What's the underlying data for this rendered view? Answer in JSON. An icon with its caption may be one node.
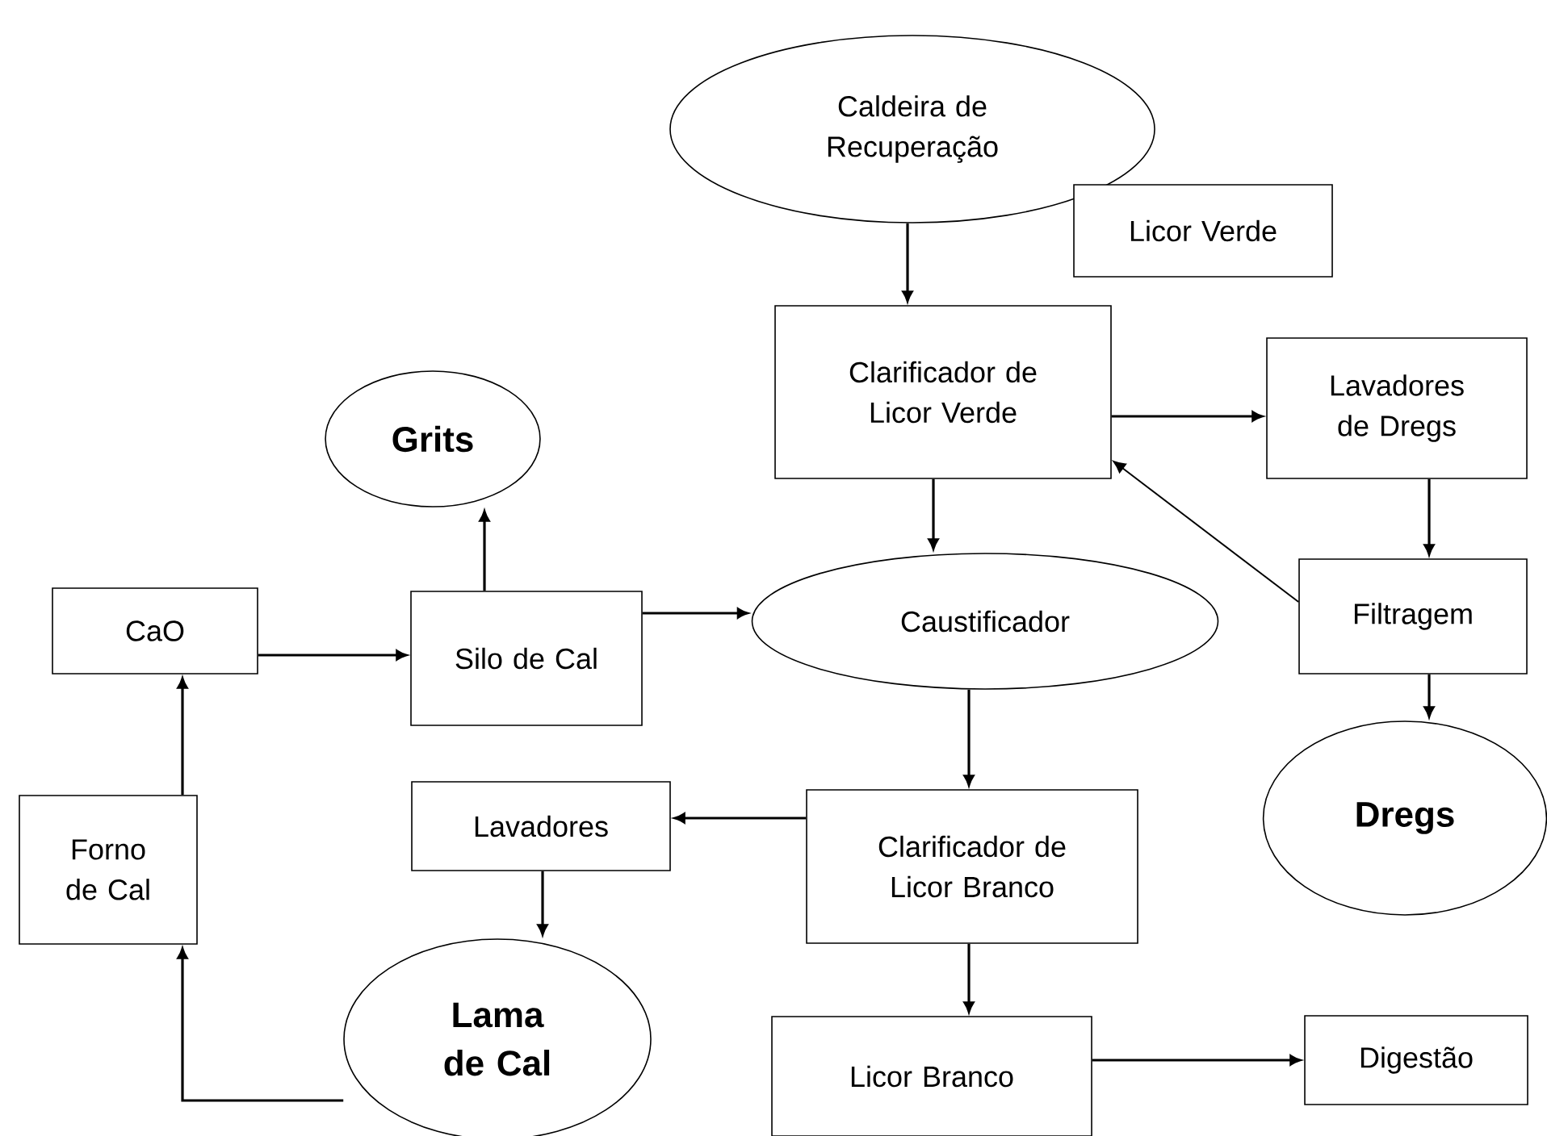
{
  "diagram": {
    "nodes": [
      {
        "text": [
          "Caldeira de Recuperação"
        ]
      },
      {
        "text": [
          "Licor Verde"
        ]
      },
      {
        "text": [
          "Clarificador de Licor Verde"
        ]
      },
      {
        "text": [
          "Lavadores de Dregs"
        ]
      },
      {
        "text": [
          "Grits"
        ]
      },
      {
        "text": [
          "CaO"
        ]
      },
      {
        "text": [
          "Silo de Cal"
        ]
      },
      {
        "text": [
          "Caustificador"
        ]
      },
      {
        "text": [
          "Filtragem"
        ]
      },
      {
        "text": [
          "Forno de Cal"
        ]
      },
      {
        "text": [
          "Lavadores"
        ]
      },
      {
        "text": [
          "Clarificador de Licor Branco"
        ]
      },
      {
        "text": [
          "Dregs"
        ]
      },
      {
        "text": [
          "Lama de Cal"
        ]
      },
      {
        "text": [
          "Licor Branco"
        ]
      },
      {
        "text": [
          "Digestão"
        ]
      }
    ],
    "edges": [
      {
        "from": 0,
        "to": 2,
        "arrow": "to"
      },
      {
        "from": 2,
        "to": 3,
        "arrow": "to"
      },
      {
        "from": 3,
        "to": 8,
        "arrow": "to"
      },
      {
        "from": 8,
        "to": 2,
        "arrow": "to"
      },
      {
        "from": 2,
        "to": 7,
        "arrow": "to"
      },
      {
        "from": 6,
        "to": 4,
        "arrow": "to"
      },
      {
        "from": 6,
        "to": 7,
        "arrow": "to"
      },
      {
        "from": 5,
        "to": 6,
        "arrow": "to"
      },
      {
        "from": 9,
        "to": 5,
        "arrow": "to"
      },
      {
        "from": 7,
        "to": 11,
        "arrow": "to"
      },
      {
        "from": 11,
        "to": 10,
        "arrow": "to"
      },
      {
        "from": 10,
        "to": 13,
        "arrow": "to"
      },
      {
        "from": 13,
        "to": 9,
        "arrow": "to"
      },
      {
        "from": 11,
        "to": 14,
        "arrow": "to"
      },
      {
        "from": 14,
        "to": 15,
        "arrow": "to"
      },
      {
        "from": 8,
        "to": 12,
        "arrow": "to"
      }
    ]
  }
}
